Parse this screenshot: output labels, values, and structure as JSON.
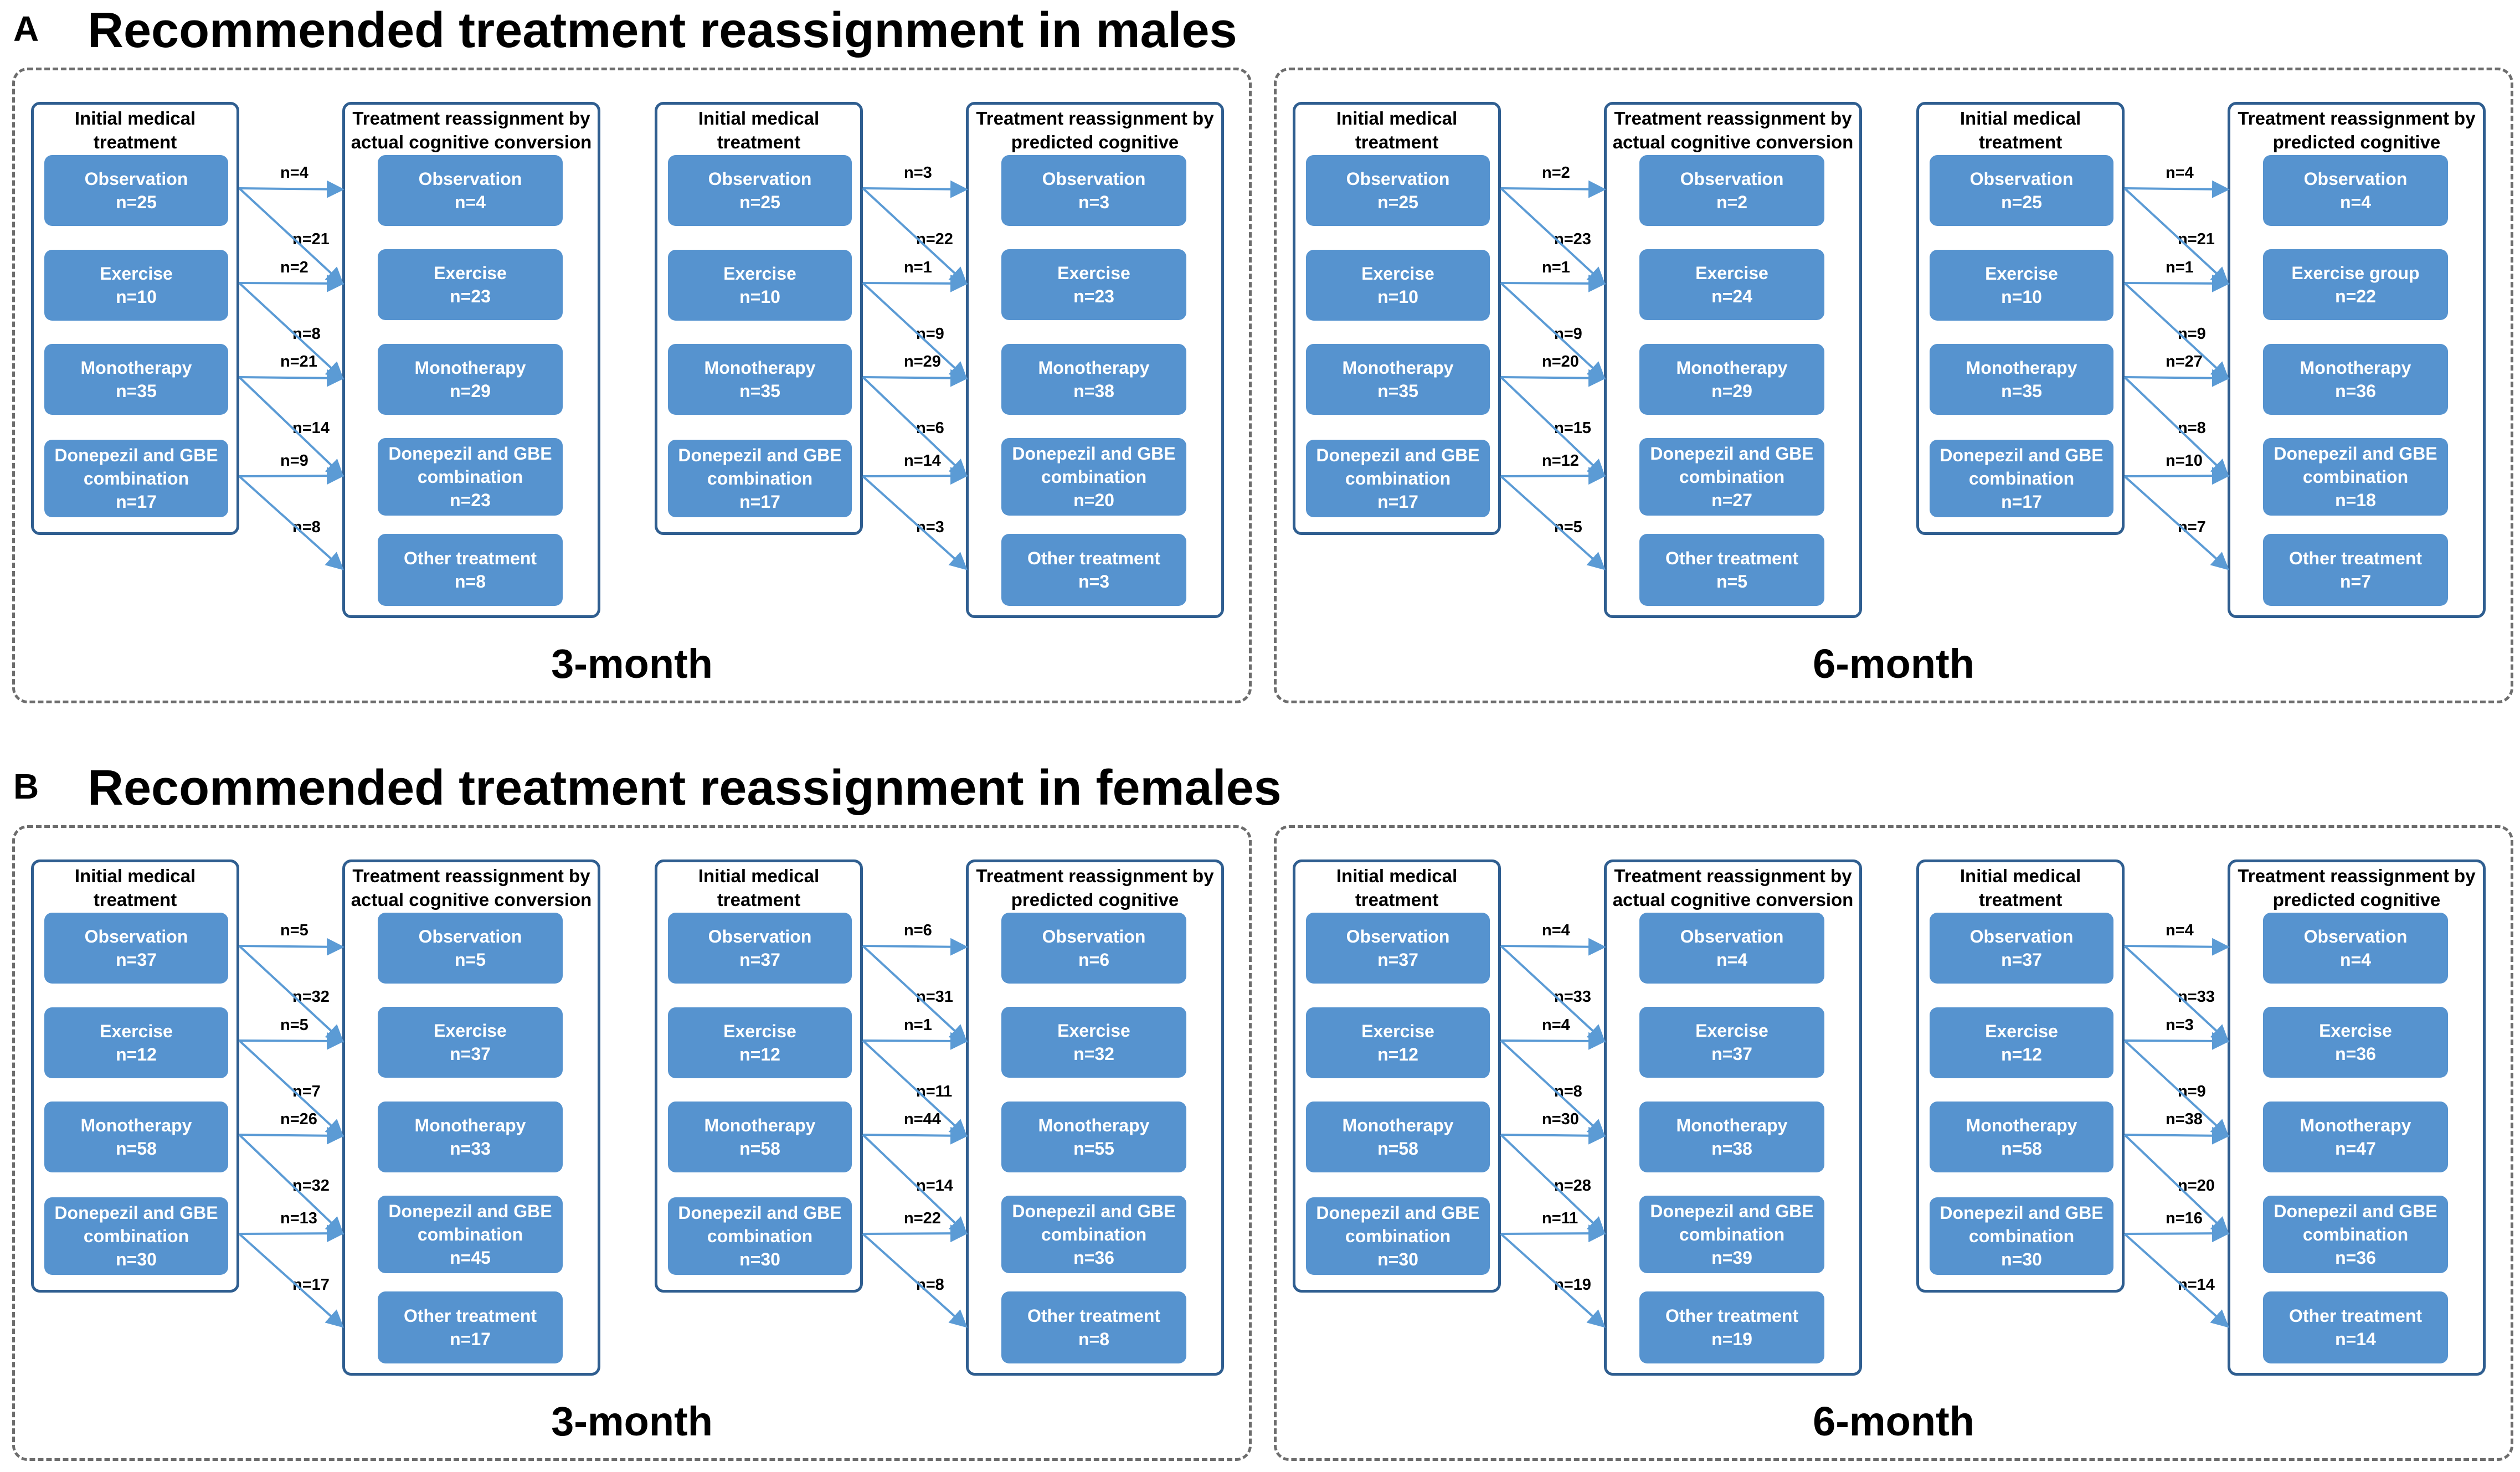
{
  "sections": [
    {
      "letter": "A",
      "title": "Recommended treatment reassignment in males",
      "periods": [
        {
          "label": "3-month",
          "blocks": [
            {
              "initial_header": "Initial medical\ntreatment",
              "initial": [
                {
                  "name": "Observation",
                  "n": "n=25"
                },
                {
                  "name": "Exercise",
                  "n": "n=10"
                },
                {
                  "name": "Monotherapy",
                  "n": "n=35"
                },
                {
                  "name": "Donepezil and GBE combination",
                  "n": "n=17"
                }
              ],
              "reassign_header": "Treatment reassignment by\nactual cognitive conversion",
              "reassigned": [
                {
                  "name": "Observation",
                  "n": "n=4"
                },
                {
                  "name": "Exercise",
                  "n": "n=23"
                },
                {
                  "name": "Monotherapy",
                  "n": "n=29"
                },
                {
                  "name": "Donepezil and GBE combination",
                  "n": "n=23"
                },
                {
                  "name": "Other treatment",
                  "n": "n=8"
                }
              ],
              "flows": [
                [
                  "n=4",
                  "n=21"
                ],
                [
                  "n=2",
                  "n=8"
                ],
                [
                  "n=21",
                  "n=14"
                ],
                [
                  "n=9",
                  "n=8"
                ]
              ]
            },
            {
              "initial_header": "Initial medical\ntreatment",
              "initial": [
                {
                  "name": "Observation",
                  "n": "n=25"
                },
                {
                  "name": "Exercise",
                  "n": "n=10"
                },
                {
                  "name": "Monotherapy",
                  "n": "n=35"
                },
                {
                  "name": "Donepezil and GBE combination",
                  "n": "n=17"
                }
              ],
              "reassign_header": "Treatment reassignment by\npredicted cognitive conversion",
              "reassigned": [
                {
                  "name": "Observation",
                  "n": "n=3"
                },
                {
                  "name": "Exercise",
                  "n": "n=23"
                },
                {
                  "name": "Monotherapy",
                  "n": "n=38"
                },
                {
                  "name": "Donepezil and GBE combination",
                  "n": "n=20"
                },
                {
                  "name": "Other treatment",
                  "n": "n=3"
                }
              ],
              "flows": [
                [
                  "n=3",
                  "n=22"
                ],
                [
                  "n=1",
                  "n=9"
                ],
                [
                  "n=29",
                  "n=6"
                ],
                [
                  "n=14",
                  "n=3"
                ]
              ]
            }
          ]
        },
        {
          "label": "6-month",
          "blocks": [
            {
              "initial_header": "Initial medical\ntreatment",
              "initial": [
                {
                  "name": "Observation",
                  "n": "n=25"
                },
                {
                  "name": "Exercise",
                  "n": "n=10"
                },
                {
                  "name": "Monotherapy",
                  "n": "n=35"
                },
                {
                  "name": "Donepezil and GBE combination",
                  "n": "n=17"
                }
              ],
              "reassign_header": "Treatment reassignment by\nactual cognitive conversion",
              "reassigned": [
                {
                  "name": "Observation",
                  "n": "n=2"
                },
                {
                  "name": "Exercise",
                  "n": "n=24"
                },
                {
                  "name": "Monotherapy",
                  "n": "n=29"
                },
                {
                  "name": "Donepezil and GBE combination",
                  "n": "n=27"
                },
                {
                  "name": "Other treatment",
                  "n": "n=5"
                }
              ],
              "flows": [
                [
                  "n=2",
                  "n=23"
                ],
                [
                  "n=1",
                  "n=9"
                ],
                [
                  "n=20",
                  "n=15"
                ],
                [
                  "n=12",
                  "n=5"
                ]
              ]
            },
            {
              "initial_header": "Initial medical\ntreatment",
              "initial": [
                {
                  "name": "Observation",
                  "n": "n=25"
                },
                {
                  "name": "Exercise",
                  "n": "n=10"
                },
                {
                  "name": "Monotherapy",
                  "n": "n=35"
                },
                {
                  "name": "Donepezil and GBE combination",
                  "n": "n=17"
                }
              ],
              "reassign_header": "Treatment reassignment by\npredicted cognitive conversion",
              "reassigned": [
                {
                  "name": "Observation",
                  "n": "n=4"
                },
                {
                  "name": "Exercise group",
                  "n": "n=22"
                },
                {
                  "name": "Monotherapy",
                  "n": "n=36"
                },
                {
                  "name": "Donepezil and GBE combination",
                  "n": "n=18"
                },
                {
                  "name": "Other treatment",
                  "n": "n=7"
                }
              ],
              "flows": [
                [
                  "n=4",
                  "n=21"
                ],
                [
                  "n=1",
                  "n=9"
                ],
                [
                  "n=27",
                  "n=8"
                ],
                [
                  "n=10",
                  "n=7"
                ]
              ]
            }
          ]
        }
      ]
    },
    {
      "letter": "B",
      "title": "Recommended treatment reassignment in females",
      "periods": [
        {
          "label": "3-month",
          "blocks": [
            {
              "initial_header": "Initial medical\ntreatment",
              "initial": [
                {
                  "name": "Observation",
                  "n": "n=37"
                },
                {
                  "name": "Exercise",
                  "n": "n=12"
                },
                {
                  "name": "Monotherapy",
                  "n": "n=58"
                },
                {
                  "name": "Donepezil and GBE combination",
                  "n": "n=30"
                }
              ],
              "reassign_header": "Treatment reassignment by\nactual cognitive conversion",
              "reassigned": [
                {
                  "name": "Observation",
                  "n": "n=5"
                },
                {
                  "name": "Exercise",
                  "n": "n=37"
                },
                {
                  "name": "Monotherapy",
                  "n": "n=33"
                },
                {
                  "name": "Donepezil and GBE combination",
                  "n": "n=45"
                },
                {
                  "name": "Other treatment",
                  "n": "n=17"
                }
              ],
              "flows": [
                [
                  "n=5",
                  "n=32"
                ],
                [
                  "n=5",
                  "n=7"
                ],
                [
                  "n=26",
                  "n=32"
                ],
                [
                  "n=13",
                  "n=17"
                ]
              ]
            },
            {
              "initial_header": "Initial medical\ntreatment",
              "initial": [
                {
                  "name": "Observation",
                  "n": "n=37"
                },
                {
                  "name": "Exercise",
                  "n": "n=12"
                },
                {
                  "name": "Monotherapy",
                  "n": "n=58"
                },
                {
                  "name": "Donepezil and GBE combination",
                  "n": "n=30"
                }
              ],
              "reassign_header": "Treatment reassignment by\npredicted cognitive conversion",
              "reassigned": [
                {
                  "name": "Observation",
                  "n": "n=6"
                },
                {
                  "name": "Exercise",
                  "n": "n=32"
                },
                {
                  "name": "Monotherapy",
                  "n": "n=55"
                },
                {
                  "name": "Donepezil and GBE combination",
                  "n": "n=36"
                },
                {
                  "name": "Other treatment",
                  "n": "n=8"
                }
              ],
              "flows": [
                [
                  "n=6",
                  "n=31"
                ],
                [
                  "n=1",
                  "n=11"
                ],
                [
                  "n=44",
                  "n=14"
                ],
                [
                  "n=22",
                  "n=8"
                ]
              ]
            }
          ]
        },
        {
          "label": "6-month",
          "blocks": [
            {
              "initial_header": "Initial medical\ntreatment",
              "initial": [
                {
                  "name": "Observation",
                  "n": "n=37"
                },
                {
                  "name": "Exercise",
                  "n": "n=12"
                },
                {
                  "name": "Monotherapy",
                  "n": "n=58"
                },
                {
                  "name": "Donepezil and GBE combination",
                  "n": "n=30"
                }
              ],
              "reassign_header": "Treatment reassignment by\nactual cognitive conversion",
              "reassigned": [
                {
                  "name": "Observation",
                  "n": "n=4"
                },
                {
                  "name": "Exercise",
                  "n": "n=37"
                },
                {
                  "name": "Monotherapy",
                  "n": "n=38"
                },
                {
                  "name": "Donepezil and GBE combination",
                  "n": "n=39"
                },
                {
                  "name": "Other treatment",
                  "n": "n=19"
                }
              ],
              "flows": [
                [
                  "n=4",
                  "n=33"
                ],
                [
                  "n=4",
                  "n=8"
                ],
                [
                  "n=30",
                  "n=28"
                ],
                [
                  "n=11",
                  "n=19"
                ]
              ]
            },
            {
              "initial_header": "Initial medical\ntreatment",
              "initial": [
                {
                  "name": "Observation",
                  "n": "n=37"
                },
                {
                  "name": "Exercise",
                  "n": "n=12"
                },
                {
                  "name": "Monotherapy",
                  "n": "n=58"
                },
                {
                  "name": "Donepezil and GBE combination",
                  "n": "n=30"
                }
              ],
              "reassign_header": "Treatment reassignment by\npredicted cognitive conversion",
              "reassigned": [
                {
                  "name": "Observation",
                  "n": "n=4"
                },
                {
                  "name": "Exercise",
                  "n": "n=36"
                },
                {
                  "name": "Monotherapy",
                  "n": "n=47"
                },
                {
                  "name": "Donepezil and GBE combination",
                  "n": "n=36"
                },
                {
                  "name": "Other treatment",
                  "n": "n=14"
                }
              ],
              "flows": [
                [
                  "n=4",
                  "n=33"
                ],
                [
                  "n=3",
                  "n=9"
                ],
                [
                  "n=38",
                  "n=20"
                ],
                [
                  "n=16",
                  "n=14"
                ]
              ]
            }
          ]
        }
      ]
    }
  ],
  "colors": {
    "box_fill": "#5693cf",
    "box_text": "#ffffff",
    "panel_border": "#2f5e90",
    "arrow": "#5b9bd5",
    "group_dash": "#6d6d6d"
  }
}
